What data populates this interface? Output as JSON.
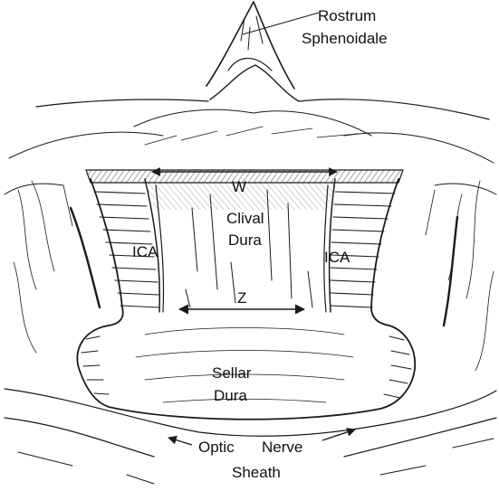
{
  "labels": {
    "rostrum_line1": "Rostrum",
    "rostrum_line2": "Sphenoidale",
    "w": "W",
    "clival_line1": "Clival",
    "clival_line2": "Dura",
    "ica_left": "ICA",
    "ica_right": "ICA",
    "z": "Z",
    "sellar_line1": "Sellar",
    "sellar_line2": "Dura",
    "optic_word1": "Optic",
    "optic_word2": "Nerve",
    "optic_line2": "Sheath"
  },
  "colors": {
    "ink": "#1a1a1a",
    "paper": "#ffffff"
  }
}
